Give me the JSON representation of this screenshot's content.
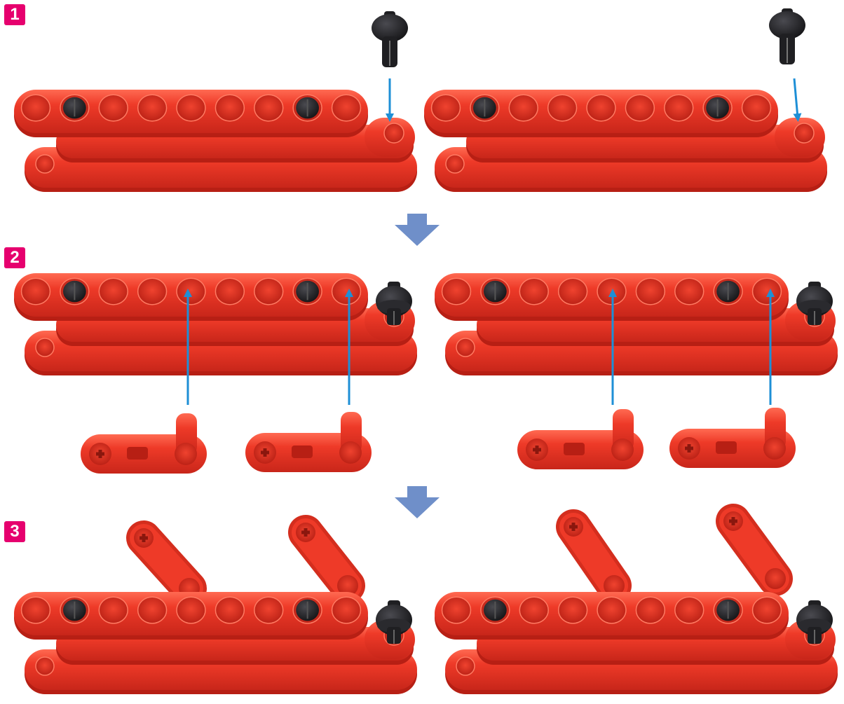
{
  "steps": [
    {
      "number": "1"
    },
    {
      "number": "2"
    },
    {
      "number": "3"
    }
  ],
  "colors": {
    "badge": "#e6006e",
    "beam": "#ee3a28",
    "beam_dark": "#c8261a",
    "beam_light": "#ff6a52",
    "pin": "#1f1f22",
    "arrow_thin": "#1e8fd6",
    "arrow_big": "#6f8fc9"
  },
  "icons": [
    "technic-beam",
    "black-pin",
    "l-shaped-beam",
    "insertion-arrow",
    "step-down-arrow"
  ]
}
